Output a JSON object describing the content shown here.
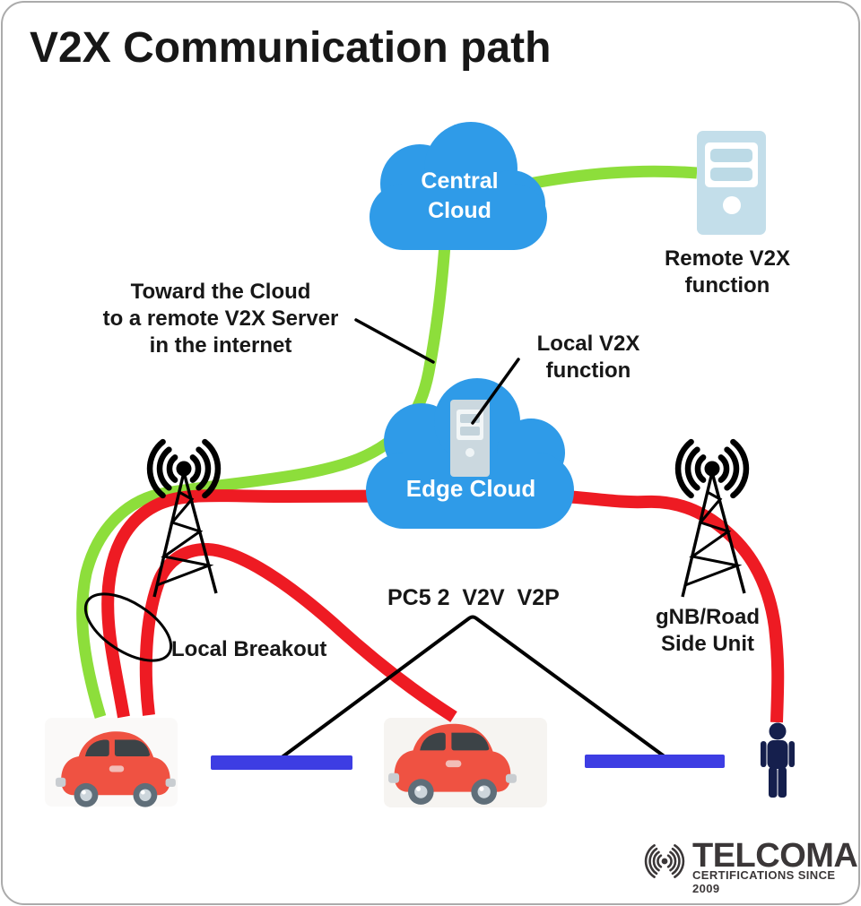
{
  "title": "V2X Communication path",
  "nodes": {
    "central_cloud": "Central\nCloud",
    "edge_cloud": "Edge Cloud",
    "remote_v2x": "Remote V2X\nfunction",
    "local_v2x": "Local V2X\nfunction"
  },
  "labels": {
    "toward_cloud": "Toward the Cloud\nto a remote V2X Server\nin the internet",
    "local_breakout": "Local Breakout",
    "pc5": "PC5 2  V2V  V2P",
    "gnb": "gNB/Road\nSide Unit"
  },
  "footer": {
    "brand": "TELCOMA",
    "tagline": "CERTIFICATIONS SINCE 2009"
  },
  "icons": {
    "towers": "cell-tower-icon",
    "servers": "server-icon",
    "vehicles": "car-icon",
    "pedestrian": "person-icon",
    "logo_signal": "radio-signal-icon"
  },
  "colors": {
    "green": "#8DDE3B",
    "path_red": "#EE1B23",
    "cloud_blue": "#2F9BE8",
    "bar_blue": "#3D3DE3",
    "person_navy": "#151F4D",
    "server_fill": "#C3DEEA",
    "server_bar": "#BCDAE6",
    "edge_server_fill": "#CBD8DF",
    "edge_server_bar": "#C3D3DB",
    "ink": "#171717",
    "logo_gray": "#3B3738",
    "car_red": "#EF5242",
    "window_dark": "#3C4347",
    "wheel_rim": "#5F6E79",
    "wheel_hub": "#CDD6DC",
    "detail_gray": "#C9CDD1",
    "border_gray": "#ABABAB"
  }
}
